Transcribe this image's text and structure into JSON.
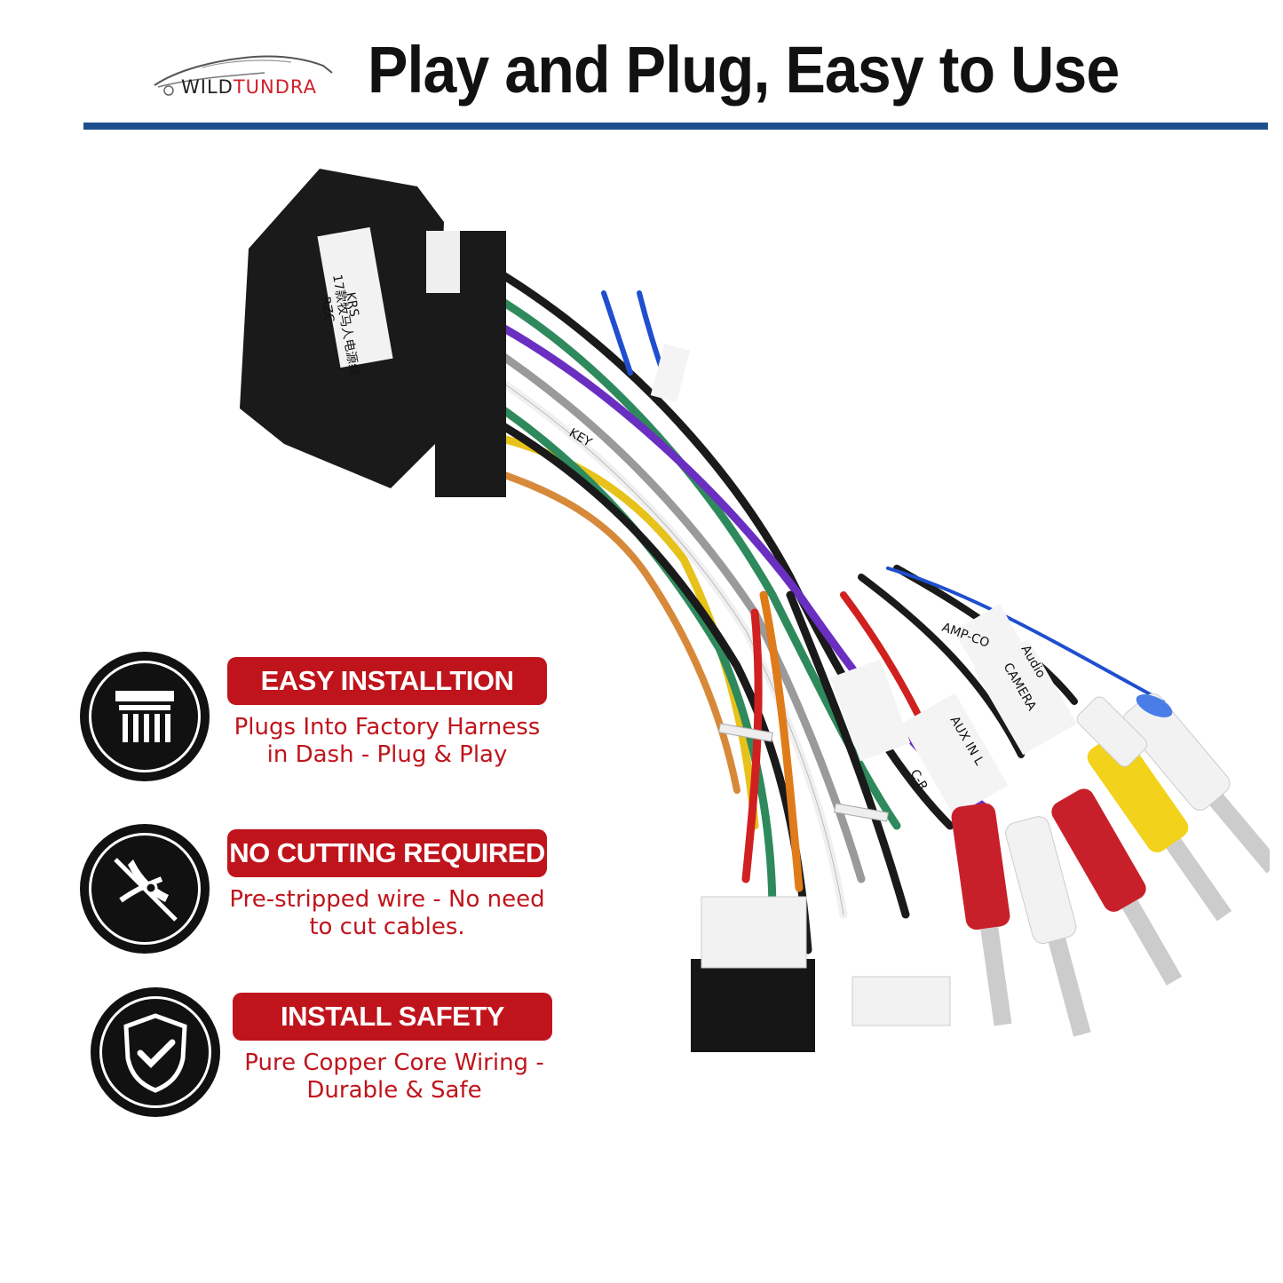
{
  "brand": {
    "name_part1": "WILD",
    "name_part2": "TUNDRA"
  },
  "headline": "Play and Plug, Easy to Use",
  "product_labels": {
    "box_line1": "KRS",
    "box_line2": "17款牧马人电源线",
    "box_line3": "RZC",
    "tag_camera": "CAMERA",
    "tag_aux": "AUX IN L",
    "tag_audio": "Audio",
    "tag_amp": "AMP-CO",
    "tag_key": "KEY",
    "tag_r": "C-R"
  },
  "features": [
    {
      "icon": "column-pillar-icon",
      "title": "EASY INSTALLTION",
      "line1": "Plugs Into Factory Harness",
      "line2": "in Dash - Plug & Play"
    },
    {
      "icon": "no-cutting-pliers-icon",
      "title": "NO CUTTING REQUIRED",
      "line1": "Pre-stripped wire - No need",
      "line2": "to cut cables."
    },
    {
      "icon": "shield-check-icon",
      "title": "INSTALL SAFETY",
      "line1": "Pure Copper Core Wiring -",
      "line2": "Durable & Safe"
    }
  ],
  "colors": {
    "accent_red": "#c0141c",
    "rule_blue": "#1f4e8c"
  }
}
